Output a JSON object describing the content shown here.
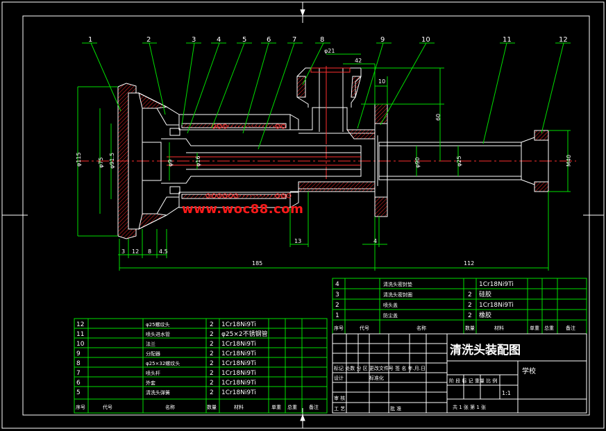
{
  "balloons": [
    "1",
    "2",
    "3",
    "4",
    "5",
    "6",
    "7",
    "8",
    "9",
    "10",
    "11",
    "12"
  ],
  "dimensions": {
    "phi21": "φ21",
    "d42": "42",
    "d10": "10",
    "d60": "60",
    "phi115": "φ115",
    "phi75": "φ75",
    "phi91_5": "φ91.5",
    "phi9": "φ9",
    "phi16": "φ16",
    "phi90": "φ90",
    "phi25": "φ25",
    "phiM": "M40",
    "d3": "3",
    "d12": "12",
    "d8": "8",
    "d4_5": "4.5",
    "d13": "13",
    "d4": "4",
    "d185": "185",
    "d112": "112"
  },
  "watermark": "www.woc88.com",
  "upper_parts": [
    {
      "no": "4",
      "name": "清洗头密封垫",
      "qty": "",
      "mat": "1Cr18Ni9Ti"
    },
    {
      "no": "3",
      "name": "清洗头密封圈",
      "qty": "2",
      "mat": "硅胶"
    },
    {
      "no": "2",
      "name": "喷头盖",
      "qty": "2",
      "mat": "1Cr18Ni9Ti"
    },
    {
      "no": "1",
      "name": "防尘盖",
      "qty": "2",
      "mat": "橡胶"
    }
  ],
  "upper_header": [
    "序号",
    "代号",
    "名称",
    "数量",
    "材料",
    "单重",
    "总重",
    "备注"
  ],
  "lower_parts": [
    {
      "no": "12",
      "name": "φ25螺纹头",
      "qty": "2",
      "mat": "1Cr18Ni9Ti"
    },
    {
      "no": "11",
      "name": "喷头进水管",
      "qty": "2",
      "mat": "φ25×2不锈钢管"
    },
    {
      "no": "10",
      "name": "法兰",
      "qty": "2",
      "mat": "1Cr18Ni9Ti"
    },
    {
      "no": "9",
      "name": "分配器",
      "qty": "2",
      "mat": "1Cr18Ni9Ti"
    },
    {
      "no": "8",
      "name": "φ25×32螺纹头",
      "qty": "2",
      "mat": "1Cr18Ni9Ti"
    },
    {
      "no": "7",
      "name": "喷头杆",
      "qty": "2",
      "mat": "1Cr18Ni9Ti"
    },
    {
      "no": "6",
      "name": "外套",
      "qty": "2",
      "mat": "1Cr18Ni9Ti"
    },
    {
      "no": "5",
      "name": "清洗头弹簧",
      "qty": "2",
      "mat": "1Cr18Ni9Ti"
    }
  ],
  "lower_header": [
    "序号",
    "代号",
    "名称",
    "数量",
    "材料",
    "单重",
    "总重",
    "备注"
  ],
  "title_block": {
    "title": "清洗头装配图",
    "school": "学校",
    "row_labels": "标记 处数 分 区 更改文件号 签 名 年.月.日",
    "design": "设计",
    "standard": "标准化",
    "stage_labels": "阶 段 标 记  重量  比 例",
    "scale": "1:1",
    "review": "审 核",
    "process": "工 艺",
    "approve": "批 准",
    "sheets": "共 1 张    第 1 张"
  }
}
